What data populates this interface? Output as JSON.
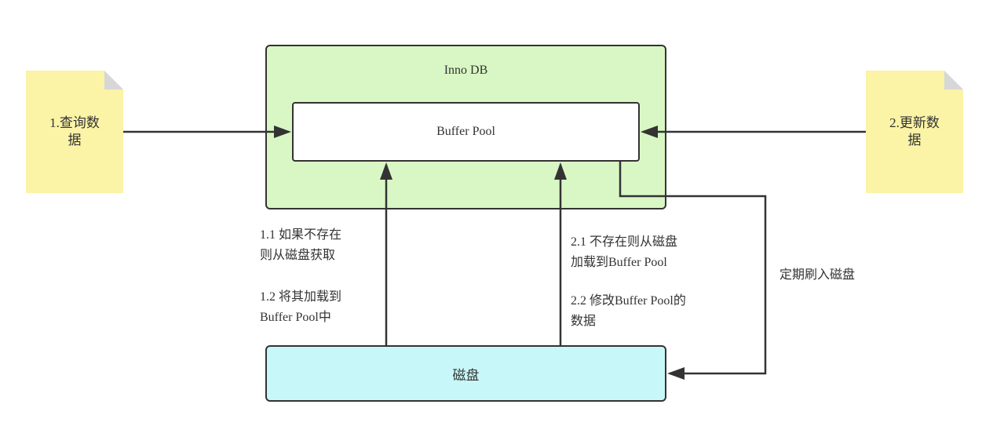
{
  "nodes": {
    "innodb": "Inno DB",
    "buffer_pool": "Buffer Pool",
    "disk": "磁盘",
    "query_note": "1.查询数据",
    "update_note": "2.更新数据"
  },
  "labels": {
    "query_miss": "1.1 如果不存在\n则从磁盘获取",
    "query_load": "1.2 将其加载到\nBuffer Pool中",
    "update_miss": "2.1 不存在则从磁盘\n加载到Buffer Pool",
    "update_modify": "2.2 修改Buffer Pool的\n数据",
    "flush": "定期刷入磁盘"
  },
  "colors": {
    "innodb_fill": "#d9f7c4",
    "disk_fill": "#c8f7f9",
    "note_fill": "#fbf3a6",
    "line": "#333333"
  }
}
